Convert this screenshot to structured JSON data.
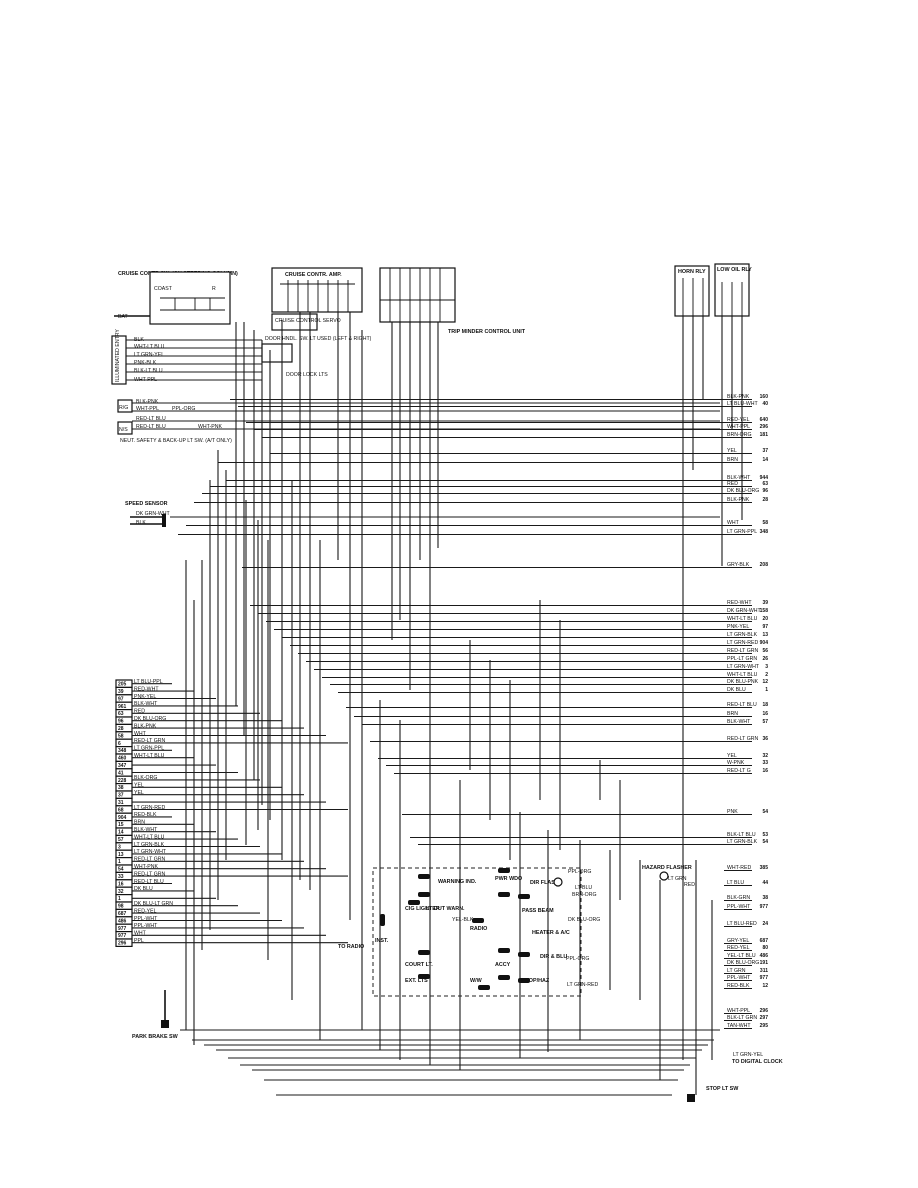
{
  "components": {
    "cruise_switch": "CRUISE CONTR SW. (ON STEERING COLUMN)",
    "coast": "COAST",
    "res": "R",
    "cruise_amp": "CRUISE CONTR. AMP.",
    "cruise_servo": "CRUISE CONTROL SERVO",
    "door_hndl_sw": "DOOR HNDL. SW. LT USED (LEFT & RIGHT)",
    "door_lock_lts": "DOOR LOCK LTS",
    "illuminated_entry": "ILLUMINATED ENTRY",
    "trip_minder": "TRIP MINDER CONTROL UNIT",
    "neut_safety": "NEUT. SAFETY & BACK-UP LT SW. (A/T ONLY)",
    "speed_sensor": "SPEED SENSOR",
    "horn_rly": "HORN RLY",
    "low_oil_rly": "LOW OIL RLY",
    "hazard_flasher": "HAZARD FLASHER",
    "dir_flash": "DIR FLASH",
    "warning_ind": "WARNING IND.",
    "lt_out_warn": "LT OUT WARN.",
    "pwr_wdo": "PWR WDO",
    "pass_beam": "PASS BEAM",
    "lighter": "CIG LIGHTER",
    "radio": "RADIO",
    "inst": "INST.",
    "to_radio": "TO RADIO",
    "heater_ac": "HEATER & A/C",
    "dir_blu": "DIR & BLU",
    "court_lt": "COURT LT.",
    "ext_lts": "EXT. LTS",
    "accy": "ACCY",
    "stop_haz": "STOP/HAZ",
    "wiper": "W/W",
    "parking_brake": "PARK BRAKE SW",
    "stop_lt_sw": "STOP LT SW",
    "digital_clock": "TO DIGITAL CLOCK",
    "bat": "BAT"
  },
  "right_wires": [
    {
      "color": "BLK-PNK",
      "circuit": "160"
    },
    {
      "color": "LT BLU-WHT",
      "circuit": "40"
    },
    {
      "color": "RED-YEL",
      "circuit": "640"
    },
    {
      "color": "WHT-PPL",
      "circuit": "296"
    },
    {
      "color": "BRN-ORG",
      "circuit": "181"
    },
    {
      "color": "YEL",
      "circuit": "37"
    },
    {
      "color": "BRN",
      "circuit": "14"
    },
    {
      "color": "BLK-WHT",
      "circuit": "944"
    },
    {
      "color": "RED",
      "circuit": "63"
    },
    {
      "color": "DK BLU-ORG",
      "circuit": "96"
    },
    {
      "color": "BLK-PNK",
      "circuit": "28"
    },
    {
      "color": "WHT",
      "circuit": "58"
    },
    {
      "color": "LT GRN-PPL",
      "circuit": "348"
    },
    {
      "color": "GRY-BLK",
      "circuit": "208"
    },
    {
      "color": "RED-WHT",
      "circuit": "39"
    },
    {
      "color": "DK GRN-WHT",
      "circuit": "158"
    },
    {
      "color": "WHT-LT BLU",
      "circuit": "20"
    },
    {
      "color": "PNK-YEL",
      "circuit": "97"
    },
    {
      "color": "LT GRN-BLK",
      "circuit": "13"
    },
    {
      "color": "LT GRN-RED",
      "circuit": "904"
    },
    {
      "color": "RED-LT GRN",
      "circuit": "56"
    },
    {
      "color": "PPL-LT GRN",
      "circuit": "26"
    },
    {
      "color": "LT GRN-WHT",
      "circuit": "3"
    },
    {
      "color": "WHT-LT BLU",
      "circuit": "2"
    },
    {
      "color": "DK BLU-PNK",
      "circuit": "12"
    },
    {
      "color": "DK BLU",
      "circuit": "1"
    },
    {
      "color": "RED-LT BLU",
      "circuit": "18"
    },
    {
      "color": "BRN",
      "circuit": "16"
    },
    {
      "color": "BLK-WHT",
      "circuit": "57"
    },
    {
      "color": "RED-LT GRN",
      "circuit": "36"
    },
    {
      "color": "YEL",
      "circuit": "32"
    },
    {
      "color": "W-PNK",
      "circuit": "33"
    },
    {
      "color": "RED-LT G",
      "circuit": "16"
    },
    {
      "color": "PNK",
      "circuit": "54"
    },
    {
      "color": "BLK-LT BLU",
      "circuit": "53"
    },
    {
      "color": "LT GRN-BLK",
      "circuit": "54"
    },
    {
      "color": "WHT-RED",
      "circuit": "385"
    },
    {
      "color": "LT BLU",
      "circuit": "44"
    },
    {
      "color": "BLK-GRN",
      "circuit": "38"
    },
    {
      "color": "PPL-WHT",
      "circuit": "977"
    },
    {
      "color": "LT BLU-RED",
      "circuit": "24"
    },
    {
      "color": "GRY-YEL",
      "circuit": "687"
    },
    {
      "color": "RED-YEL",
      "circuit": "80"
    },
    {
      "color": "YEL-LT BLU",
      "circuit": "486"
    },
    {
      "color": "DK BLU-ORG",
      "circuit": "191"
    },
    {
      "color": "LT GRN",
      "circuit": "311"
    },
    {
      "color": "PPL-WHT",
      "circuit": "977"
    },
    {
      "color": "RED-BLK",
      "circuit": "12"
    },
    {
      "color": "WHT-PPL",
      "circuit": "296"
    },
    {
      "color": "BLK-LT GRN",
      "circuit": "297"
    },
    {
      "color": "TAN-WHT",
      "circuit": "295"
    }
  ],
  "left_connector": [
    {
      "num": "205",
      "color": "LT BLU-PPL"
    },
    {
      "num": "39",
      "color": "RED-WHT"
    },
    {
      "num": "97",
      "color": "PNK-YEL"
    },
    {
      "num": "961",
      "color": "BLK-WHT"
    },
    {
      "num": "63",
      "color": "RED"
    },
    {
      "num": "96",
      "color": "DK BLU-ORG"
    },
    {
      "num": "28",
      "color": "BLK-PNK"
    },
    {
      "num": "58",
      "color": "WHT"
    },
    {
      "num": "6",
      "color": "RED-LT GRN"
    },
    {
      "num": "348",
      "color": "LT GRN-PPL"
    },
    {
      "num": "460",
      "color": "WHT-LT BLU"
    },
    {
      "num": "347",
      "color": ""
    },
    {
      "num": "41",
      "color": ""
    },
    {
      "num": "228",
      "color": "BLK-ORG"
    },
    {
      "num": "38",
      "color": "YEL"
    },
    {
      "num": "37",
      "color": "YEL"
    },
    {
      "num": "31",
      "color": ""
    },
    {
      "num": "68",
      "color": "LT GRN-RED"
    },
    {
      "num": "904",
      "color": "RED-BLK"
    },
    {
      "num": "15",
      "color": "BRN"
    },
    {
      "num": "14",
      "color": "BLK-WHT"
    },
    {
      "num": "57",
      "color": "WHT-LT BLU"
    },
    {
      "num": "3",
      "color": "LT GRN-BLK"
    },
    {
      "num": "13",
      "color": "LT GRN-WHT"
    },
    {
      "num": "1",
      "color": "RED-LT GRN"
    },
    {
      "num": "54",
      "color": "WHT-PNK"
    },
    {
      "num": "33",
      "color": "RED-LT GRN"
    },
    {
      "num": "16",
      "color": "RED-LT BLU"
    },
    {
      "num": "32",
      "color": "DK BLU"
    },
    {
      "num": "1",
      "color": ""
    },
    {
      "num": "98",
      "color": "DK BLU-LT GRN"
    },
    {
      "num": "687",
      "color": "RED-YEL"
    },
    {
      "num": "486",
      "color": "PPL-WHT"
    },
    {
      "num": "977",
      "color": "PPL-WHT"
    },
    {
      "num": "977",
      "color": "WHT"
    },
    {
      "num": "296",
      "color": "PPL"
    }
  ],
  "left_top_labels": {
    "blk": "BLK",
    "wht_lt_blu": "WHT-LT BLU",
    "lt_grn_yel": "LT GRN-YEL",
    "pnk_blk": "PNK-BLK",
    "blk_lt_blu": "BLK-LT BLU",
    "wht_ppl": "WHT-PPL",
    "blk_pnk": "BLK-PNK",
    "wht_ppl2": "WHT-PPL",
    "ppl_org": "PPL-ORG",
    "red_lt_blu": "RED-LT BLU",
    "red_lt_blu2": "RED-LT BLU",
    "wht_pnk": "WHT-PNK",
    "dk_grn_wht": "DK GRN-WHT",
    "blk2": "BLK",
    "rg": "R/G",
    "ns": "N/S"
  },
  "center_labels": {
    "ppl_org": "PPL-ORG",
    "lt_blu": "LT BLU",
    "brn_org": "BRN-ORG",
    "dk_blu_org": "DK BLU-ORG",
    "ppl_org2": "PPL-ORG",
    "lt_grn_red": "LT GRN-RED",
    "yel_blk": "YEL-BLK",
    "lt_grn": "LT GRN",
    "red": "RED",
    "lt_grn_yel": "LT GRN-YEL"
  }
}
